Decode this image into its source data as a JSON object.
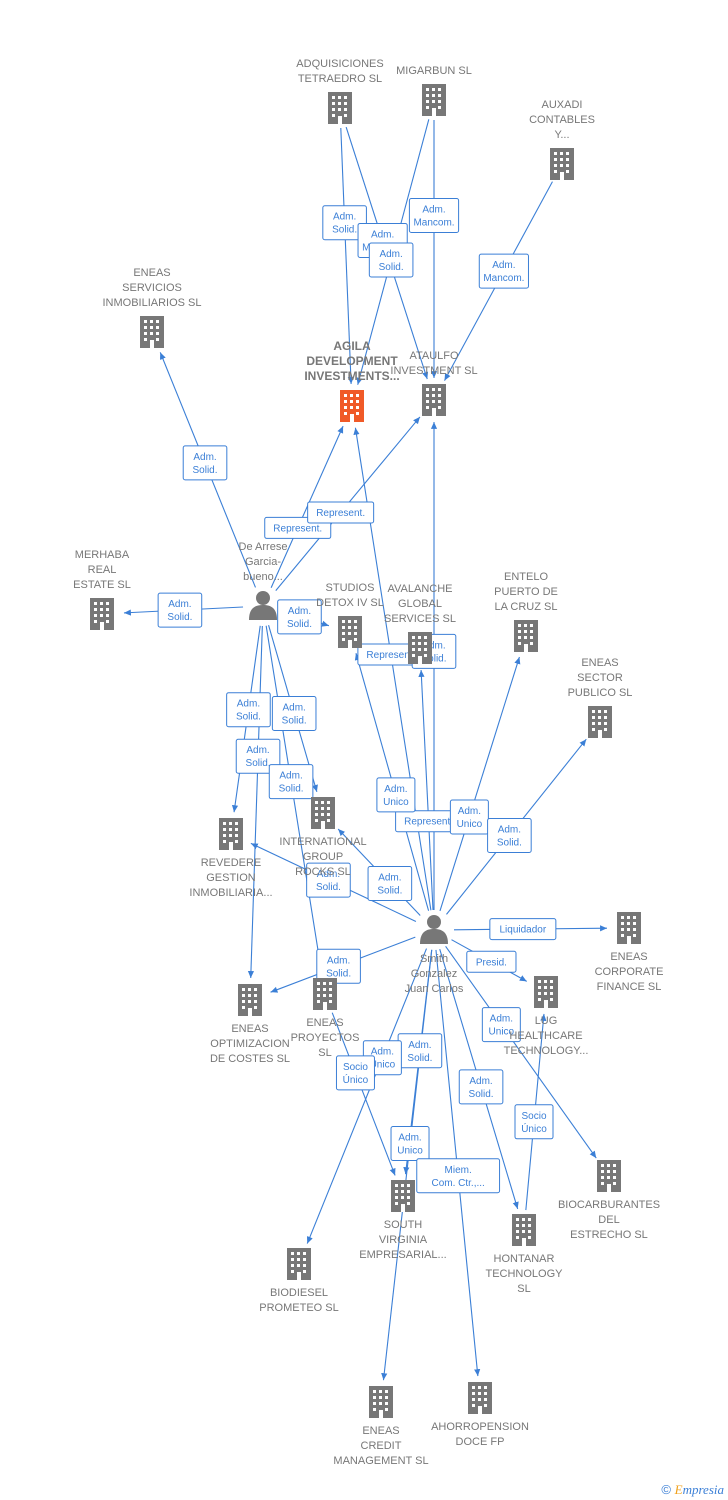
{
  "colors": {
    "edge": "#3b7fd6",
    "company": "#777777",
    "focus_company": "#f05a28",
    "person": "#777777"
  },
  "nodes": [
    {
      "id": "agila",
      "type": "company",
      "focus": true,
      "lines": [
        "AGILA",
        "DEVELOPMENT",
        "INVESTMENTS..."
      ],
      "icon": "building-icon"
    },
    {
      "id": "adquisiciones",
      "type": "company",
      "lines": [
        "ADQUISICIONES",
        "TETRAEDRO SL"
      ],
      "icon": "building-icon"
    },
    {
      "id": "migarbun",
      "type": "company",
      "lines": [
        "MIGARBUN SL"
      ],
      "icon": "building-icon"
    },
    {
      "id": "auxadi",
      "type": "company",
      "lines": [
        "AUXADI",
        "CONTABLES",
        "Y..."
      ],
      "icon": "building-icon"
    },
    {
      "id": "ataulfo",
      "type": "company",
      "lines": [
        "ATAULFO",
        "INVESTMENT SL"
      ],
      "icon": "building-icon"
    },
    {
      "id": "eneas_servicios",
      "type": "company",
      "lines": [
        "ENEAS",
        "SERVICIOS",
        "INMOBILIARIOS SL"
      ],
      "icon": "building-icon"
    },
    {
      "id": "dearrese",
      "type": "person",
      "lines": [
        "De Arrese",
        "Garcia-",
        "bueno..."
      ],
      "icon": "person-icon"
    },
    {
      "id": "merhaba",
      "type": "company",
      "lines": [
        "MERHABA",
        "REAL",
        "ESTATE  SL"
      ],
      "icon": "building-icon"
    },
    {
      "id": "studios",
      "type": "company",
      "lines": [
        "STUDIOS",
        "DETOX IV  SL"
      ],
      "icon": "building-icon"
    },
    {
      "id": "avalanche",
      "type": "company",
      "lines": [
        "AVALANCHE",
        "GLOBAL",
        "SERVICES  SL"
      ],
      "icon": "building-icon"
    },
    {
      "id": "entelo",
      "type": "company",
      "lines": [
        "ENTELO",
        "PUERTO DE",
        "LA CRUZ  SL"
      ],
      "icon": "building-icon"
    },
    {
      "id": "eneas_sector",
      "type": "company",
      "lines": [
        "ENEAS",
        "SECTOR",
        "PUBLICO SL"
      ],
      "icon": "building-icon"
    },
    {
      "id": "international",
      "type": "company",
      "lines": [
        "INTERNATIONAL",
        "GROUP",
        "ROCKS  SL"
      ],
      "icon": "building-icon"
    },
    {
      "id": "revedere",
      "type": "company",
      "lines": [
        "REVEDERE",
        "GESTION",
        "INMOBILIARIA..."
      ],
      "icon": "building-icon"
    },
    {
      "id": "smith",
      "type": "person",
      "lines": [
        "Smith",
        "Gonzalez",
        "Juan Carlos"
      ],
      "icon": "person-icon"
    },
    {
      "id": "eneas_corporate",
      "type": "company",
      "lines": [
        "ENEAS",
        "CORPORATE",
        "FINANCE SL"
      ],
      "icon": "building-icon"
    },
    {
      "id": "lug",
      "type": "company",
      "lines": [
        "LUG",
        "HEALTHCARE",
        "TECHNOLOGY..."
      ],
      "icon": "building-icon"
    },
    {
      "id": "eneas_optimizacion",
      "type": "company",
      "lines": [
        "ENEAS",
        "OPTIMIZACION",
        "DE COSTES SL"
      ],
      "icon": "building-icon"
    },
    {
      "id": "eneas_proyectos",
      "type": "company",
      "lines": [
        "ENEAS",
        "PROYECTOS",
        "SL"
      ],
      "icon": "building-icon"
    },
    {
      "id": "biocarburantes",
      "type": "company",
      "lines": [
        "BIOCARBURANTES",
        "DEL",
        "ESTRECHO SL"
      ],
      "icon": "building-icon"
    },
    {
      "id": "south",
      "type": "company",
      "lines": [
        "SOUTH",
        "VIRGINIA",
        "EMPRESARIAL..."
      ],
      "icon": "building-icon"
    },
    {
      "id": "hontanar",
      "type": "company",
      "lines": [
        "HONTANAR",
        "TECHNOLOGY",
        "SL"
      ],
      "icon": "building-icon"
    },
    {
      "id": "biodiesel",
      "type": "company",
      "lines": [
        "BIODIESEL",
        "PROMETEO SL"
      ],
      "icon": "building-icon"
    },
    {
      "id": "eneas_credit",
      "type": "company",
      "lines": [
        "ENEAS",
        "CREDIT",
        "MANAGEMENT SL"
      ],
      "icon": "building-icon"
    },
    {
      "id": "ahorropension",
      "type": "company",
      "lines": [
        "AHORROPENSION",
        "DOCE FP"
      ],
      "icon": "building-icon"
    }
  ],
  "edges": [
    {
      "from": "adquisiciones",
      "to": "agila",
      "lines": [
        "Adm.",
        "Solid."
      ]
    },
    {
      "from": "adquisiciones",
      "to": "ataulfo",
      "lines": [
        "Adm.",
        "Mancom."
      ]
    },
    {
      "from": "migarbun",
      "to": "agila",
      "lines": [
        "Adm.",
        "Solid."
      ]
    },
    {
      "from": "migarbun",
      "to": "ataulfo",
      "lines": [
        "Adm.",
        "Mancom."
      ]
    },
    {
      "from": "auxadi",
      "to": "ataulfo",
      "lines": [
        "Adm.",
        "Mancom."
      ]
    },
    {
      "from": "dearrese",
      "to": "eneas_servicios",
      "lines": [
        "Adm.",
        "Solid."
      ]
    },
    {
      "from": "dearrese",
      "to": "agila",
      "lines": [
        "Represent."
      ]
    },
    {
      "from": "dearrese",
      "to": "ataulfo",
      "lines": [
        "Represent."
      ]
    },
    {
      "from": "dearrese",
      "to": "merhaba",
      "lines": [
        "Adm.",
        "Solid."
      ]
    },
    {
      "from": "dearrese",
      "to": "studios",
      "lines": [
        "Adm.",
        "Solid."
      ]
    },
    {
      "from": "dearrese",
      "to": "revedere",
      "lines": [
        "Adm.",
        "Solid."
      ]
    },
    {
      "from": "dearrese",
      "to": "international",
      "lines": [
        "Adm.",
        "Solid."
      ]
    },
    {
      "from": "dearrese",
      "to": "eneas_optimizacion",
      "lines": [
        "Adm.",
        "Solid."
      ]
    },
    {
      "from": "dearrese",
      "to": "eneas_proyectos",
      "lines": [
        "Adm.",
        "Solid."
      ]
    },
    {
      "from": "smith",
      "to": "agila",
      "lines": [
        "Represent."
      ]
    },
    {
      "from": "smith",
      "to": "avalanche",
      "lines": [
        "Represent."
      ]
    },
    {
      "from": "smith",
      "to": "studios",
      "lines": [
        "Adm.",
        "Unico"
      ]
    },
    {
      "from": "smith",
      "to": "ataulfo",
      "lines": [
        "Adm.",
        "Solid."
      ]
    },
    {
      "from": "smith",
      "to": "entelo",
      "lines": [
        "Adm.",
        "Unico"
      ]
    },
    {
      "from": "smith",
      "to": "eneas_sector",
      "lines": [
        "Adm.",
        "Solid."
      ]
    },
    {
      "from": "smith",
      "to": "revedere",
      "lines": [
        "Adm.",
        "Solid."
      ]
    },
    {
      "from": "smith",
      "to": "international",
      "lines": [
        "Adm.",
        "Solid."
      ]
    },
    {
      "from": "smith",
      "to": "eneas_corporate",
      "lines": [
        "Liquidador"
      ]
    },
    {
      "from": "smith",
      "to": "eneas_optimizacion",
      "lines": [
        "Adm.",
        "Solid."
      ]
    },
    {
      "from": "smith",
      "to": "biocarburantes",
      "lines": [
        "Adm.",
        "Unico"
      ]
    },
    {
      "from": "smith",
      "to": "south",
      "lines": [
        "Adm.",
        "Solid."
      ]
    },
    {
      "from": "smith",
      "to": "hontanar",
      "lines": [
        "Adm.",
        "Solid."
      ]
    },
    {
      "from": "smith",
      "to": "biodiesel",
      "lines": [
        "Adm.",
        "Unico"
      ]
    },
    {
      "from": "smith",
      "to": "eneas_credit",
      "lines": [
        "Adm.",
        "Unico"
      ]
    },
    {
      "from": "smith",
      "to": "ahorropension",
      "lines": [
        "Miem.",
        "Com. Ctr.,..."
      ]
    },
    {
      "from": "eneas_proyectos",
      "to": "south",
      "lines": [
        "Socio",
        "Único"
      ]
    },
    {
      "from": "hontanar",
      "to": "lug",
      "lines": [
        "Socio",
        "Único"
      ]
    },
    {
      "from": "smith",
      "to": "lug",
      "lines": [
        "Presid."
      ]
    }
  ],
  "footer": {
    "copyright": "©",
    "brand_initial": "E",
    "brand_rest": "mpresia"
  }
}
